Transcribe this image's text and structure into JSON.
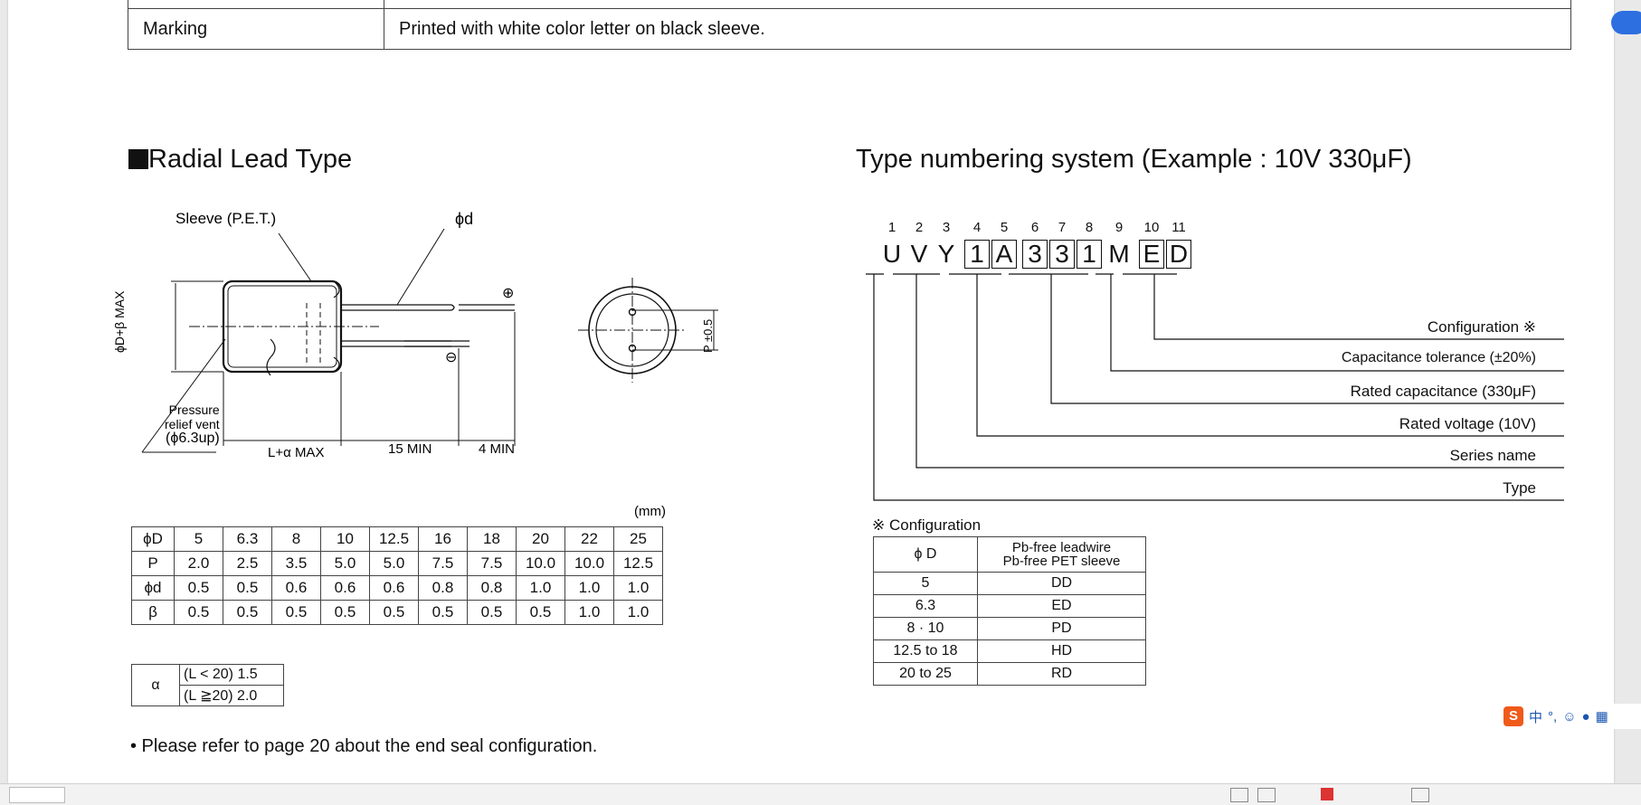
{
  "marking": {
    "label": "Marking",
    "value": "Printed with white color letter on black sleeve."
  },
  "radial": {
    "title": "Radial Lead Type",
    "sleeve_label": "Sleeve (P.E.T.)",
    "phi_d_label": "ϕd",
    "plus_sign": "⊕",
    "minus_sign": "⊖",
    "diameter_label": "ϕD+β MAX",
    "pressure_vent": [
      "Pressure",
      "relief vent",
      "(ϕ6.3up)"
    ],
    "length_label": "L+α MAX",
    "len15_label": "15 MIN",
    "len4_label": "4 MIN",
    "pitch_label": "P ±0.5",
    "unit": "(mm)"
  },
  "dim_table": {
    "rows": [
      [
        "ϕD",
        "5",
        "6.3",
        "8",
        "10",
        "12.5",
        "16",
        "18",
        "20",
        "22",
        "25"
      ],
      [
        "P",
        "2.0",
        "2.5",
        "3.5",
        "5.0",
        "5.0",
        "7.5",
        "7.5",
        "10.0",
        "10.0",
        "12.5"
      ],
      [
        "ϕd",
        "0.5",
        "0.5",
        "0.6",
        "0.6",
        "0.6",
        "0.8",
        "0.8",
        "1.0",
        "1.0",
        "1.0"
      ],
      [
        "β",
        "0.5",
        "0.5",
        "0.5",
        "0.5",
        "0.5",
        "0.5",
        "0.5",
        "0.5",
        "1.0",
        "1.0"
      ]
    ]
  },
  "alpha_table": {
    "symbol": "α",
    "rows": [
      "(L < 20) 1.5",
      "(L ≧20) 2.0"
    ]
  },
  "note": "• Please refer to page 20 about the end seal configuration.",
  "type_numbering": {
    "title": "Type numbering system  (Example : 10V 330μF)",
    "positions": [
      "1",
      "2",
      "3",
      "4",
      "5",
      "6",
      "7",
      "8",
      "9",
      "10",
      "11"
    ],
    "chars": [
      "U",
      "V",
      "Y",
      "1",
      "A",
      "3",
      "3",
      "1",
      "M",
      "E",
      "D"
    ],
    "labels": [
      "Configuration ※",
      "Capacitance tolerance (±20%)",
      "Rated capacitance (330μF)",
      "Rated voltage (10V)",
      "Series name",
      "Type"
    ]
  },
  "config": {
    "title": "※ Configuration",
    "header": [
      "ϕ D",
      "Pb-free leadwire",
      "Pb-free PET sleeve"
    ],
    "rows": [
      [
        "5",
        "DD"
      ],
      [
        "6.3",
        "ED"
      ],
      [
        "8 · 10",
        "PD"
      ],
      [
        "12.5 to 18",
        "HD"
      ],
      [
        "20 to 25",
        "RD"
      ]
    ]
  },
  "ime": {
    "lang": "中",
    "punct": "°,"
  }
}
